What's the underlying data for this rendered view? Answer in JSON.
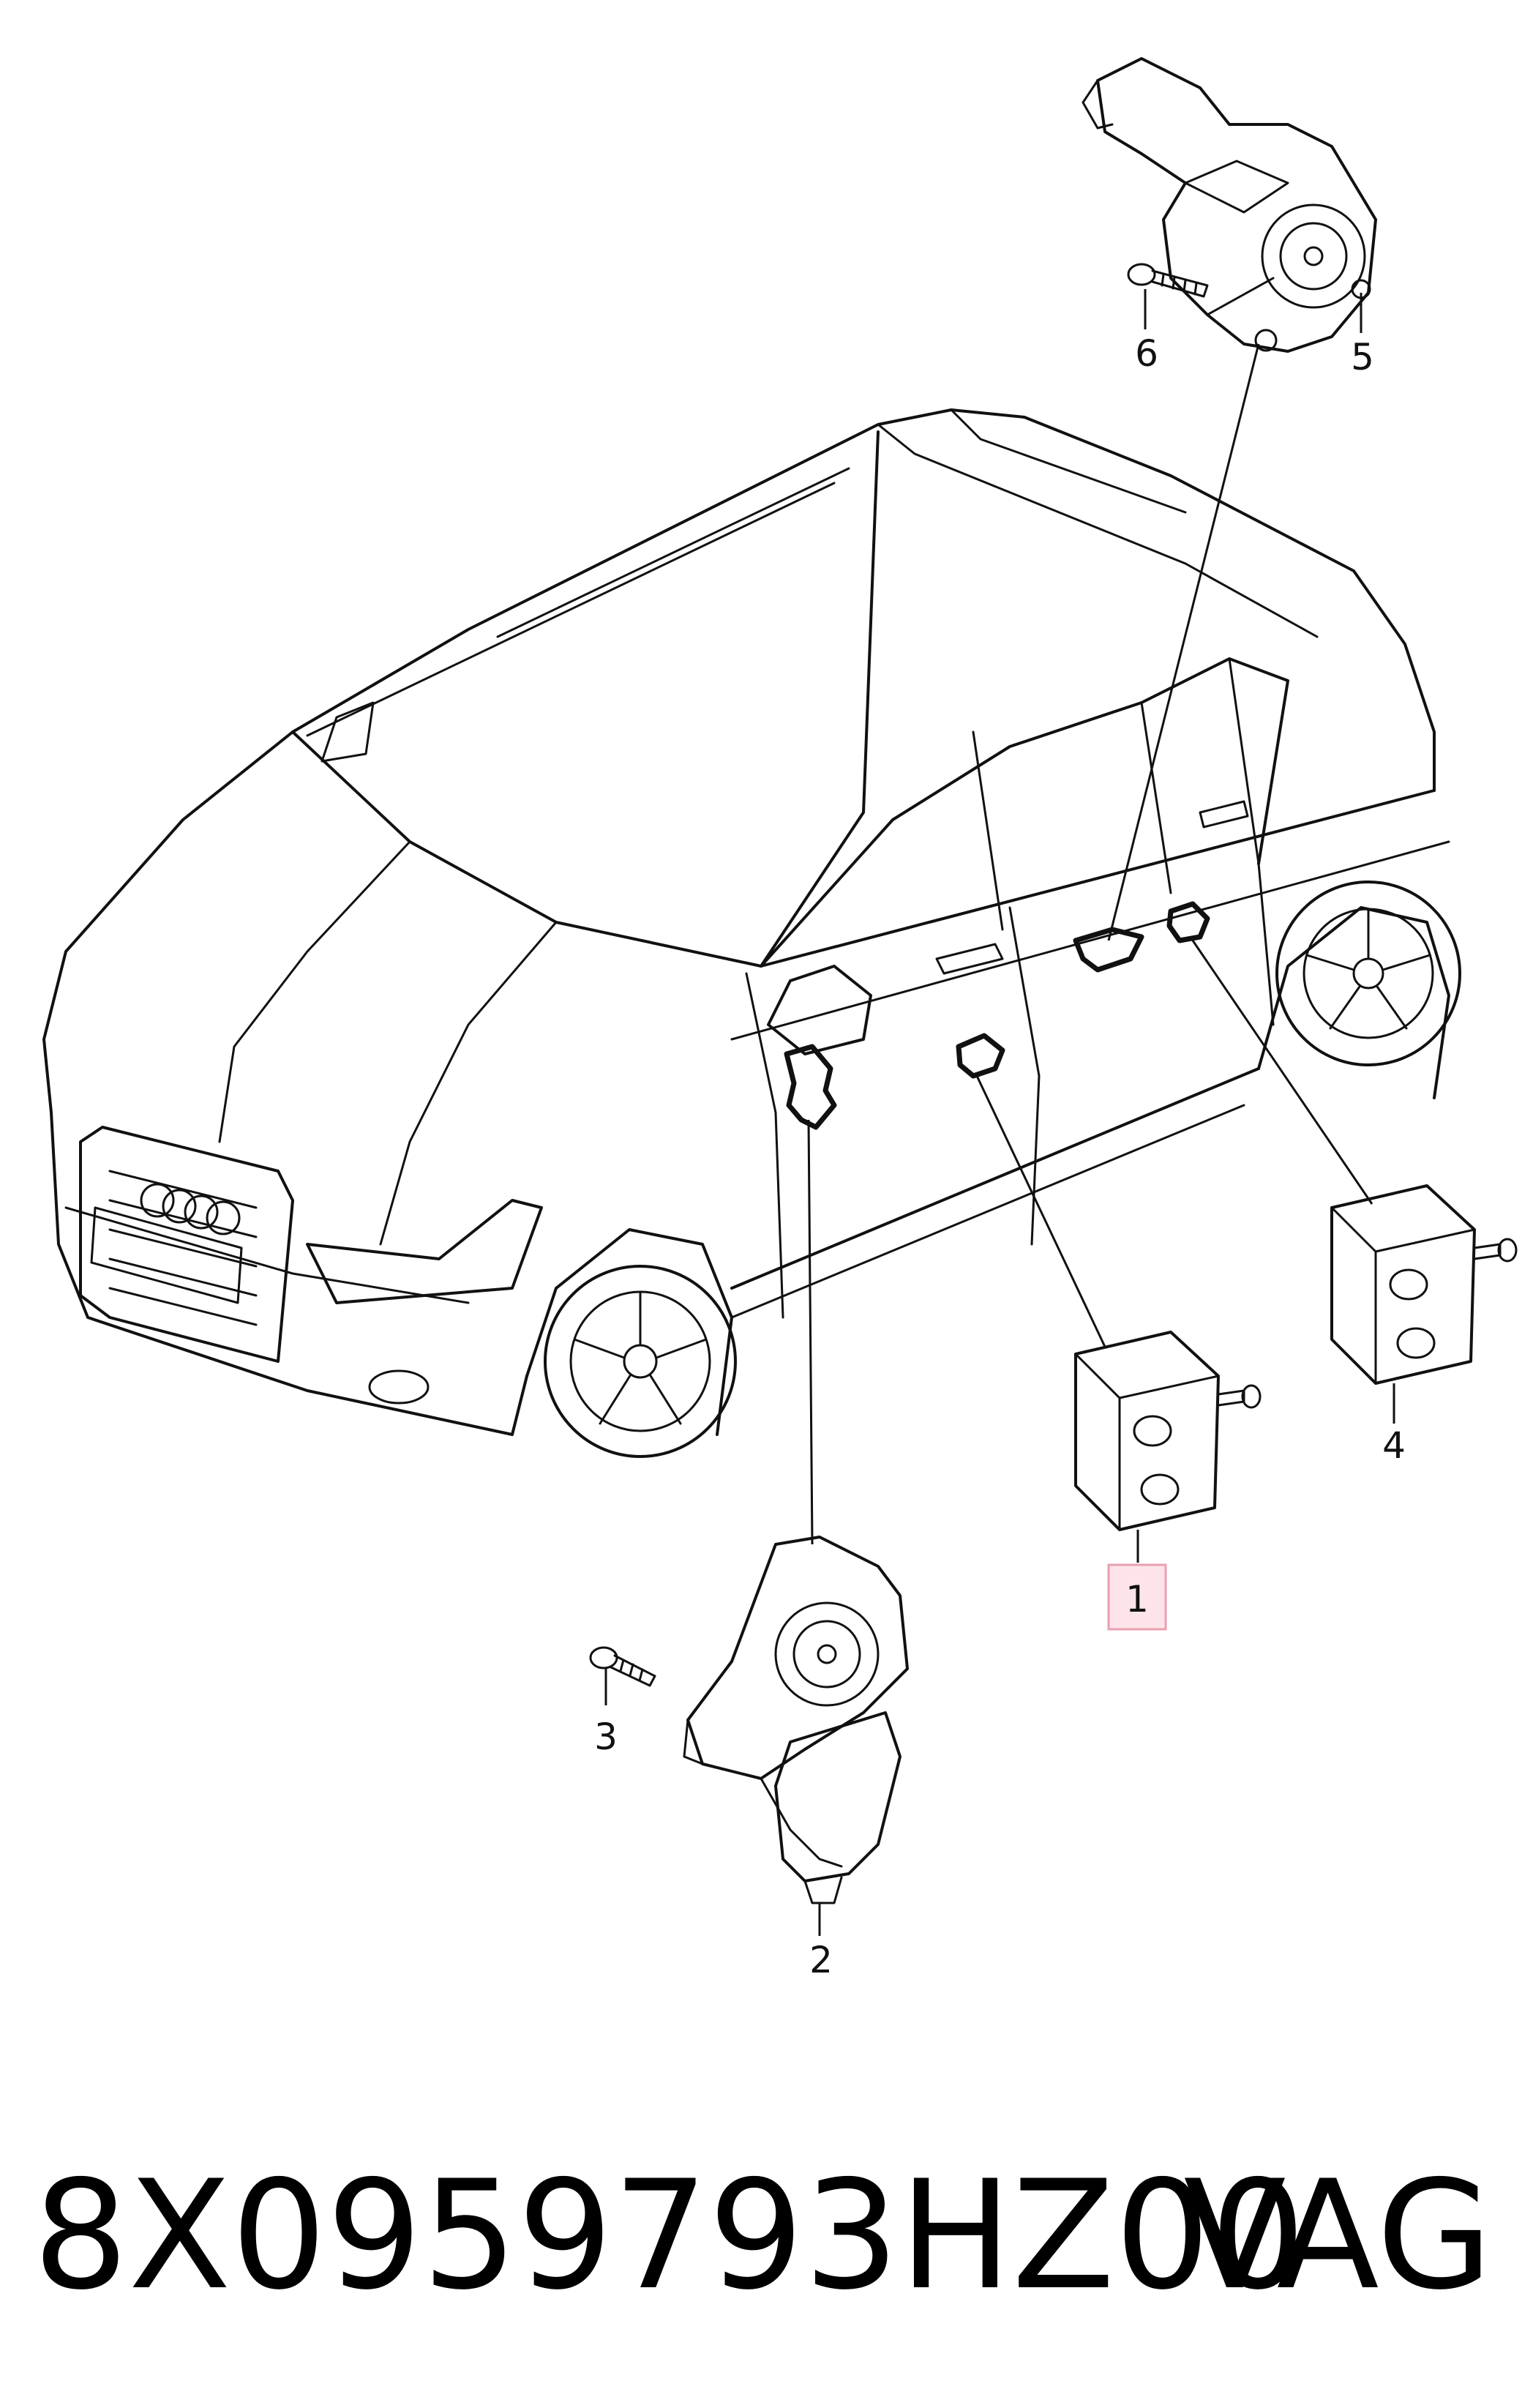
{
  "callouts": [
    {
      "id": "1",
      "label": "1",
      "highlighted": true
    },
    {
      "id": "2",
      "label": "2"
    },
    {
      "id": "3",
      "label": "3"
    },
    {
      "id": "4",
      "label": "4"
    },
    {
      "id": "5",
      "label": "5"
    },
    {
      "id": "6",
      "label": "6"
    }
  ],
  "footer": {
    "part_number": "8X0959793HZ00",
    "brand": "VAG"
  },
  "colors": {
    "line": "#111111",
    "highlight_fill": "#fde4ea",
    "highlight_stroke": "#e8a0b0",
    "background": "#ffffff"
  }
}
